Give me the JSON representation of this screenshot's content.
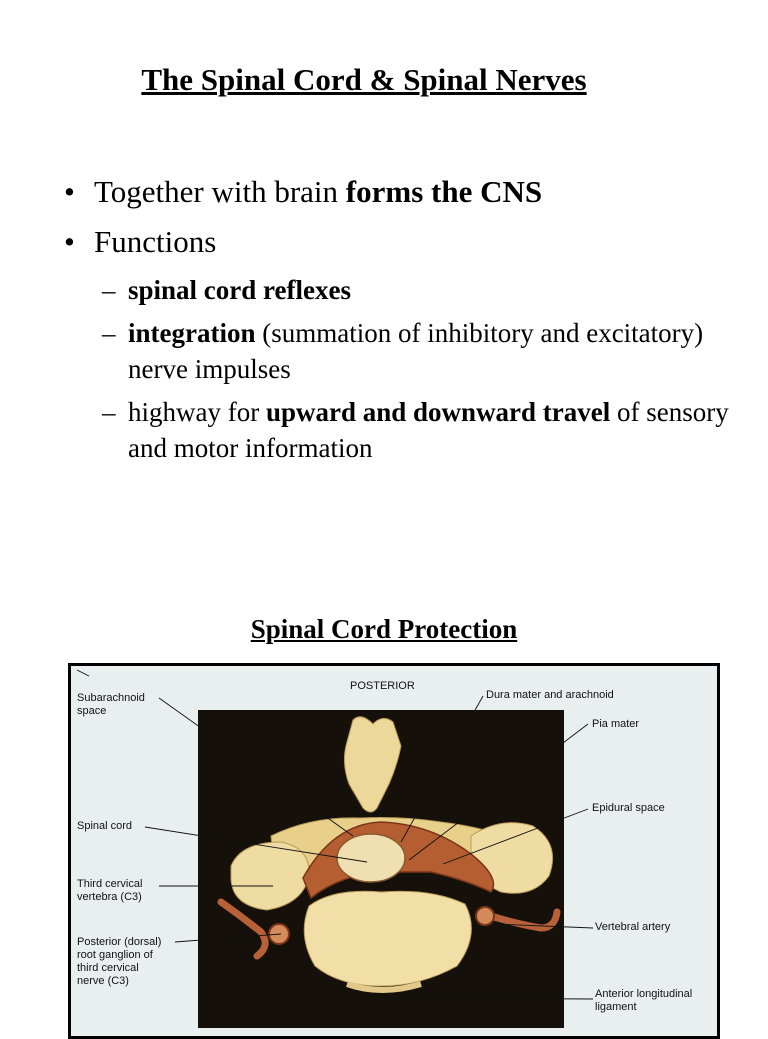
{
  "slide": {
    "title": "The Spinal Cord & Spinal Nerves",
    "bullet_glyph": "•",
    "dash_glyph": "–",
    "bullets": [
      {
        "parts": [
          {
            "text": "Together with brain ",
            "bold": false
          },
          {
            "text": "forms the CNS",
            "bold": true
          }
        ]
      },
      {
        "parts": [
          {
            "text": "Functions",
            "bold": false
          }
        ]
      }
    ],
    "sub_bullets": [
      {
        "parts": [
          {
            "text": "spinal cord reflexes",
            "bold": true
          }
        ]
      },
      {
        "parts": [
          {
            "text": "integration",
            "bold": true
          },
          {
            "text": " (summation of inhibitory and excitatory) nerve impulses",
            "bold": false
          }
        ]
      },
      {
        "parts": [
          {
            "text": "highway for ",
            "bold": false
          },
          {
            "text": "upward and downward travel",
            "bold": true
          },
          {
            "text": " of sensory and motor information",
            "bold": false
          }
        ]
      }
    ]
  },
  "figure": {
    "heading": "Spinal Cord Protection",
    "orientation_label": "POSTERIOR",
    "labels": {
      "subarachnoid": "Subarachnoid\nspace",
      "dura": "Dura mater and arachnoid",
      "pia": "Pia mater",
      "epidural": "Epidural space",
      "spinal_cord": "Spinal cord",
      "c3": "Third cervical\nvertebra (C3)",
      "vertebral_artery": "Vertebral artery",
      "ganglion": "Posterior (dorsal)\nroot ganglion of\nthird cervical\nnerve (C3)",
      "anterior_ligament": "Anterior longitudinal\nligament"
    }
  }
}
